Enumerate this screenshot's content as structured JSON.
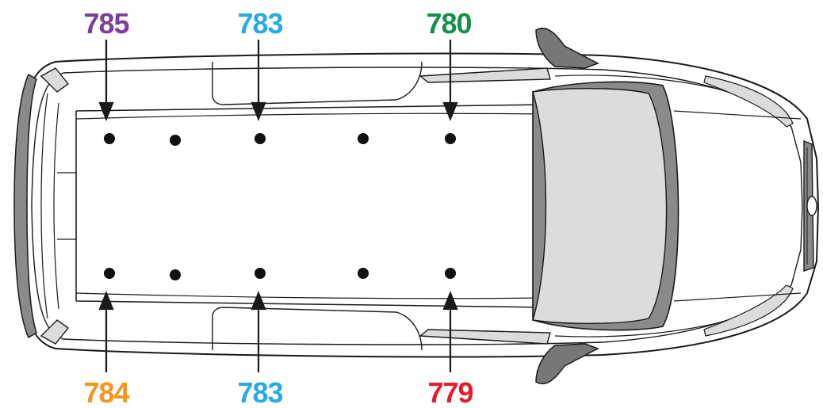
{
  "labels": {
    "top": [
      {
        "text": "785",
        "color": "#7b3f98"
      },
      {
        "text": "783",
        "color": "#27aae1"
      },
      {
        "text": "780",
        "color": "#13914b"
      }
    ],
    "bottom": [
      {
        "text": "784",
        "color": "#f7941d"
      },
      {
        "text": "783",
        "color": "#27aae1"
      },
      {
        "text": "779",
        "color": "#e31d2b"
      }
    ]
  },
  "colors": {
    "outline": "#1a1a1a",
    "glass": "#dcdcdc",
    "shade": "#8a8a8a",
    "mirror": "#777777",
    "dot": "#111111"
  }
}
